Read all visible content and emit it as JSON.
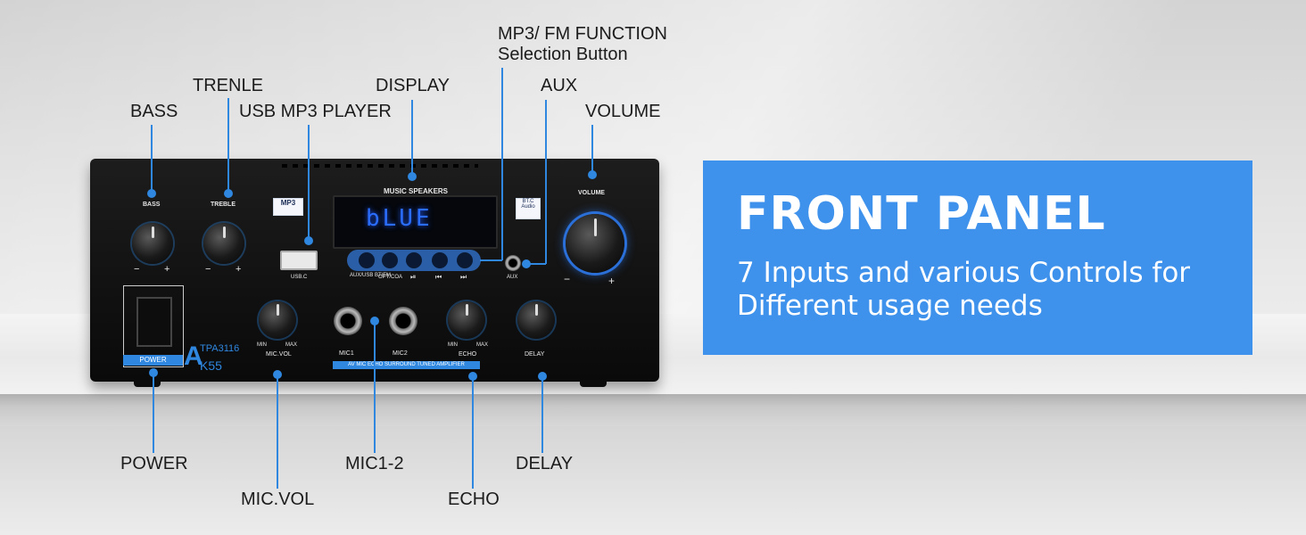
{
  "callouts": {
    "mp3_fm_line1": "MP3/ FM FUNCTION",
    "mp3_fm_line2": "Selection Button",
    "trenle": "TRENLE",
    "display": "DISPLAY",
    "aux": "AUX",
    "bass": "BASS",
    "usb_mp3_player": "USB MP3 PLAYER",
    "volume": "VOLUME",
    "power": "POWER",
    "mic1_2": "MIC1-2",
    "delay": "DELAY",
    "mic_vol": "MIC.VOL",
    "echo": "ECHO"
  },
  "device": {
    "bass": "BASS",
    "treble": "TREBLE",
    "mp3_badge": "MP3",
    "music_speakers": "MUSIC SPEAKERS",
    "display_text": "bLUE",
    "bt_badge": "BT.C Audio",
    "volume": "VOLUME",
    "usb_c": "USB.C",
    "aux_usb": "AUX/USB BT/FM",
    "opt_coa": "OPT/COA",
    "play_pause": "⏯",
    "prev": "⏮",
    "next": "⏭",
    "aux": "AUX",
    "minus": "−",
    "plus": "+",
    "mic1": "MIC1",
    "mic2": "MIC2",
    "min": "MIN",
    "max": "MAX",
    "mic_vol": "MIC.VOL",
    "echo": "ECHO",
    "delay": "DELAY",
    "power": "POWER",
    "chip": "TPA3116",
    "brand_a": "A",
    "brand_model": "K55",
    "strip": "AV MIC ECHO SURROUND TUNED AMPLIFIER"
  },
  "panel": {
    "title": "FRONT PANEL",
    "subtitle": "7 Inputs and various Controls for Different usage needs"
  },
  "colors": {
    "accent": "#3f92ec",
    "line": "#2f87e0"
  }
}
